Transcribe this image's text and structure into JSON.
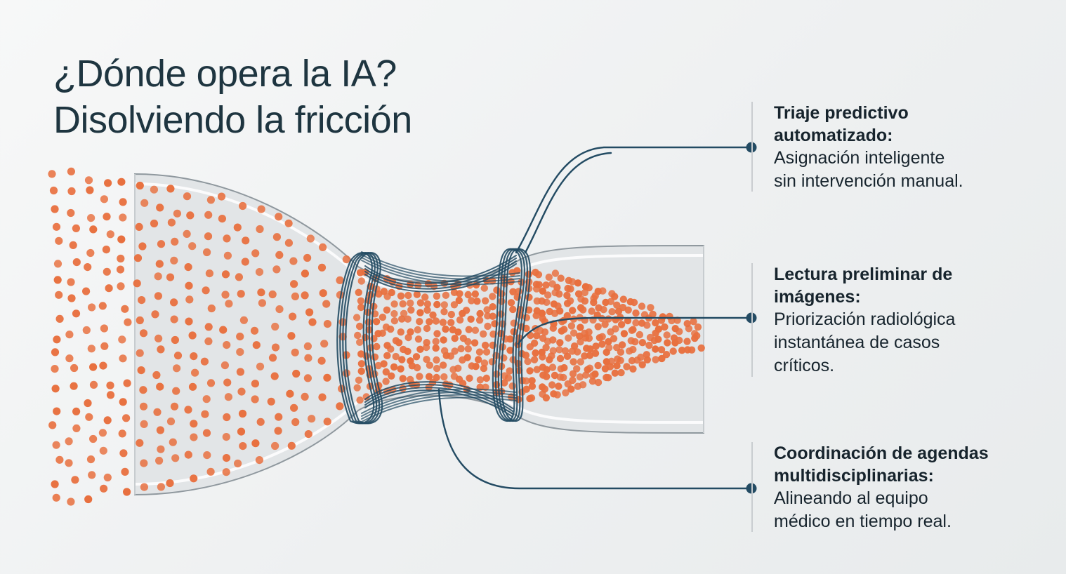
{
  "title": {
    "line1": "¿Dónde opera la IA?",
    "line2": "Disolviendo la fricción"
  },
  "callouts": [
    {
      "title_lines": [
        "Triaje predictivo",
        "automatizado:"
      ],
      "desc_lines": [
        "Asignación inteligente",
        "sin intervención manual."
      ]
    },
    {
      "title_lines": [
        "Lectura preliminar de",
        "imágenes:"
      ],
      "desc_lines": [
        "Priorización radiológica",
        "instantánea de casos",
        "críticos."
      ]
    },
    {
      "title_lines": [
        "Coordinación de agendas",
        "multidisciplinarias:"
      ],
      "desc_lines": [
        "Alineando al equipo",
        "médico en tiempo real."
      ]
    }
  ],
  "colors": {
    "particle": "#e8703f",
    "cable": "#234b63",
    "tube_fill": "#e2e5e7",
    "tube_edge": "#8f989e",
    "text": "#17242d"
  },
  "icons": {
    "connector_dot": "filled-circle"
  }
}
